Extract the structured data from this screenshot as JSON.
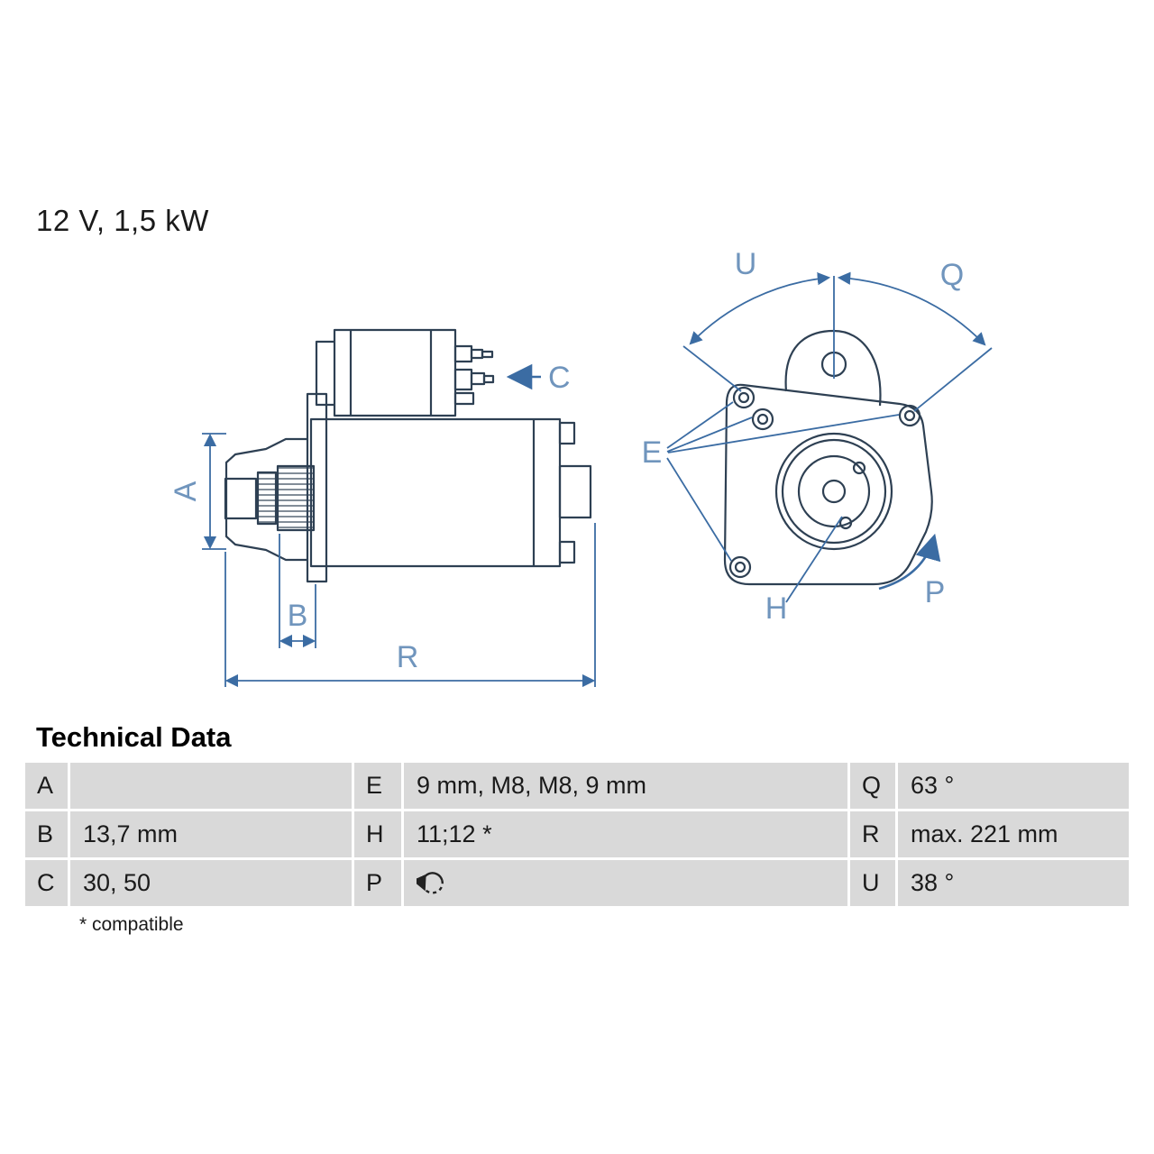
{
  "title": "12 V, 1,5 kW",
  "colors": {
    "outline": "#2e4053",
    "dimension": "#3b6ca3",
    "label": "#7095bd",
    "table_bg": "#d9d9d9",
    "text": "#1a1a1a",
    "icon": "#222222"
  },
  "diagram": {
    "side_view_labels": {
      "A": "A",
      "B": "B",
      "C": "C",
      "R": "R"
    },
    "front_view_labels": {
      "U": "U",
      "Q": "Q",
      "E": "E",
      "H": "H",
      "P": "P"
    }
  },
  "technical_data": {
    "heading": "Technical Data",
    "rows": [
      {
        "c1": "A",
        "v1": "",
        "c2": "E",
        "v2": "9 mm, M8, M8, 9 mm",
        "c3": "Q",
        "v3": "63 °"
      },
      {
        "c1": "B",
        "v1": "13,7 mm",
        "c2": "H",
        "v2": "11;12 *",
        "c3": "R",
        "v3": "max. 221 mm"
      },
      {
        "c1": "C",
        "v1": "30, 50",
        "c2": "P",
        "v2": "",
        "c3": "U",
        "v3": "38 °"
      }
    ],
    "icons": {
      "p_value": "rotation-ccw"
    },
    "footnote": "* compatible"
  }
}
